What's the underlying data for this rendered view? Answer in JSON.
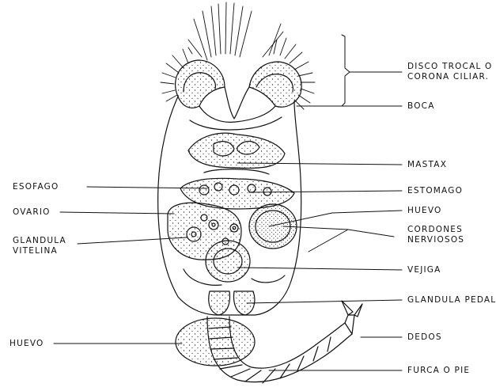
{
  "labels": {
    "disco_trocal": [
      "DISCO TROCAL O",
      "CORONA CILIAR."
    ],
    "boca": "BOCA",
    "mastax": "MASTAX",
    "esofago": "ESOFAGO",
    "estomago": "ESTOMAGO",
    "ovario": "OVARIO",
    "huevo_right": "HUEVO",
    "glandula_vitelina": [
      "GLANDULA",
      "VITELINA"
    ],
    "cordones_nerviosos": [
      "CORDONES",
      "NERVIOSOS"
    ],
    "vejiga": "VEJIGA",
    "glandula_pedal": "GLANDULA PEDAL",
    "huevo_left": "HUEVO",
    "dedos": "DEDOS",
    "furca": "FURCA O PIE"
  },
  "colors": {
    "ink": "#111111",
    "paper": "#ffffff"
  }
}
